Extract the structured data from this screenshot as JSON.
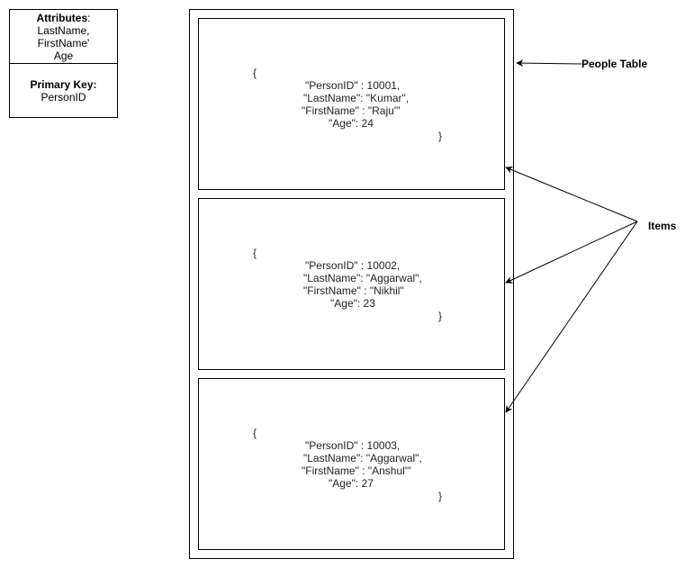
{
  "schema_box": {
    "attributes_title": "Attributes",
    "attributes_colon": ":",
    "attributes": [
      "LastName,",
      "FirstName'",
      "Age"
    ],
    "primary_key_title": "Primary Key:",
    "primary_key": "PersonID"
  },
  "labels": {
    "table": "People Table",
    "items": "Items"
  },
  "items": [
    {
      "open": "{",
      "person_id": "\"PersonID\" : 10001,",
      "last_name": "\"LastName\": \"Kumar\",",
      "first_name": "\"FirstName\" : \"Raju'\"",
      "age": "\"Age\": 24",
      "close": "}"
    },
    {
      "open": "{",
      "person_id": "\"PersonID\" : 10002,",
      "last_name": "\"LastName\": \"Aggarwal\",",
      "first_name": "\"FirstName\" : \"Nikhil\"",
      "age": "\"Age\": 23",
      "close": "}"
    },
    {
      "open": "{",
      "person_id": "\"PersonID\" : 10003,",
      "last_name": "\"LastName\": \"Aggarwal\",",
      "first_name": "\"FirstName\" : \"Anshul'\"",
      "age": "\"Age\": 27",
      "close": "}"
    }
  ]
}
